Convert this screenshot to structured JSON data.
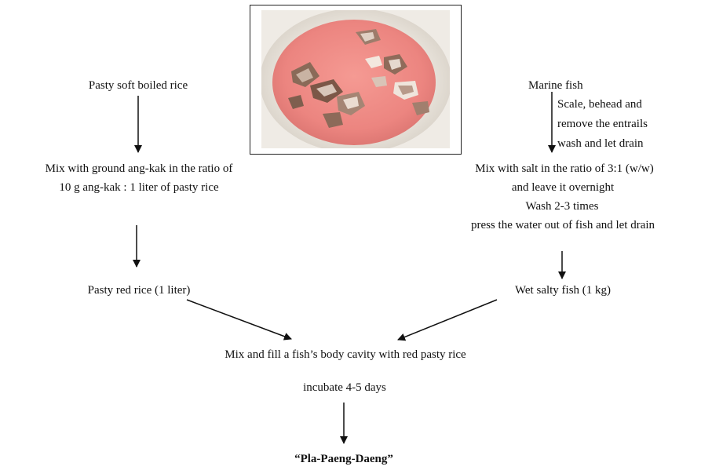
{
  "colors": {
    "arrow": "#111111",
    "sauce": "#ef8a86",
    "bowl": "#f1eee8"
  },
  "image": {
    "subject": "bowl of fish in red rice paste"
  },
  "left": {
    "start": "Pasty soft boiled rice",
    "mix_line1": "Mix with ground ang-kak in the ratio of",
    "mix_line2": "10 g ang-kak : 1 liter of pasty rice",
    "result": "Pasty red rice (1 liter)"
  },
  "right": {
    "start": "Marine fish",
    "prep_line1": "Scale, behead and",
    "prep_line2": "remove the entrails",
    "prep_line3": "wash and let drain",
    "salt_line1": "Mix with salt in the ratio of 3:1 (w/w)",
    "salt_line2": "and leave it overnight",
    "wash_line1": "Wash 2-3 times",
    "wash_line2": "press the water out of fish and let drain",
    "result": "Wet salty fish (1 kg)"
  },
  "center": {
    "mix": "Mix and fill a fish’s body cavity with red pasty rice",
    "incubate": "incubate 4-5 days",
    "final": "“Pla-Paeng-Daeng”"
  }
}
